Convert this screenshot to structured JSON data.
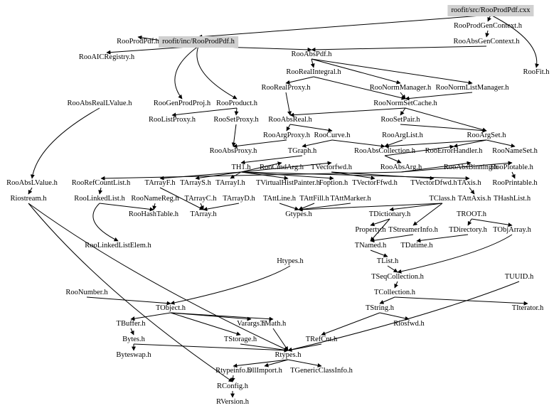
{
  "title": "roofit/src/RooProdPdf.cxx include dependency graph",
  "colors": {
    "root_fill": "#d0d0d0",
    "edge": "#000000",
    "background": "#ffffff"
  },
  "nodes": [
    {
      "id": "n0",
      "label": "roofit/src/RooProdPdf.cxx",
      "root": true
    },
    {
      "id": "n1",
      "label": "RooProdGenContext.h"
    },
    {
      "id": "n2",
      "label": "RooAbsGenContext.h"
    },
    {
      "id": "n3",
      "label": "RooProdPdf.h"
    },
    {
      "id": "n4",
      "label": "roofit/inc/RooProdPdf.h",
      "root": true
    },
    {
      "id": "n5",
      "label": "RooAICRegistry.h"
    },
    {
      "id": "n6",
      "label": "RooAbsPdf.h"
    },
    {
      "id": "n7",
      "label": "RooFit.h"
    },
    {
      "id": "n8",
      "label": "RooRealIntegral.h"
    },
    {
      "id": "n9",
      "label": "RooRealProxy.h"
    },
    {
      "id": "n10",
      "label": "RooNormManager.h"
    },
    {
      "id": "n11",
      "label": "RooNormListManager.h"
    },
    {
      "id": "n12",
      "label": "RooAbsRealLValue.h"
    },
    {
      "id": "n13",
      "label": "RooGenProdProj.h"
    },
    {
      "id": "n14",
      "label": "RooProduct.h"
    },
    {
      "id": "n15",
      "label": "RooNormSetCache.h"
    },
    {
      "id": "n16",
      "label": "RooListProxy.h"
    },
    {
      "id": "n17",
      "label": "RooSetProxy.h"
    },
    {
      "id": "n18",
      "label": "RooAbsReal.h"
    },
    {
      "id": "n19",
      "label": "RooSetPair.h"
    },
    {
      "id": "n20",
      "label": "RooArgProxy.h"
    },
    {
      "id": "n21",
      "label": "RooCurve.h"
    },
    {
      "id": "n22",
      "label": "RooArgList.h"
    },
    {
      "id": "n23",
      "label": "RooArgSet.h"
    },
    {
      "id": "n24",
      "label": "RooAbsProxy.h"
    },
    {
      "id": "n25",
      "label": "TGraph.h"
    },
    {
      "id": "n26",
      "label": "RooAbsCollection.h"
    },
    {
      "id": "n27",
      "label": "RooErrorHandler.h"
    },
    {
      "id": "n28",
      "label": "RooNameSet.h"
    },
    {
      "id": "n29",
      "label": "TH1.h"
    },
    {
      "id": "n30",
      "label": "RooCmdArg.h"
    },
    {
      "id": "n31",
      "label": "TVectorfwd.h"
    },
    {
      "id": "n32",
      "label": "RooAbsArg.h"
    },
    {
      "id": "n33",
      "label": "RooAbsBinning.h"
    },
    {
      "id": "n34",
      "label": "RooPlotable.h"
    },
    {
      "id": "n35",
      "label": "RooAbsLValue.h"
    },
    {
      "id": "n36",
      "label": "RooRefCountList.h"
    },
    {
      "id": "n37",
      "label": "TArrayF.h"
    },
    {
      "id": "n38",
      "label": "TArrayS.h"
    },
    {
      "id": "n39",
      "label": "TArrayI.h"
    },
    {
      "id": "n40",
      "label": "TVirtualHistPainter.h"
    },
    {
      "id": "n41",
      "label": "Foption.h"
    },
    {
      "id": "n42",
      "label": "TVectorFfwd.h"
    },
    {
      "id": "n43",
      "label": "TVectorDfwd.h"
    },
    {
      "id": "n44",
      "label": "TAxis.h"
    },
    {
      "id": "n45",
      "label": "RooPrintable.h"
    },
    {
      "id": "n46",
      "label": "Riostream.h"
    },
    {
      "id": "n47",
      "label": "RooLinkedList.h"
    },
    {
      "id": "n48",
      "label": "RooNameReg.h"
    },
    {
      "id": "n49",
      "label": "TArrayC.h"
    },
    {
      "id": "n50",
      "label": "TArrayD.h"
    },
    {
      "id": "n51",
      "label": "TAttLine.h"
    },
    {
      "id": "n52",
      "label": "TAttFill.h"
    },
    {
      "id": "n53",
      "label": "TAttMarker.h"
    },
    {
      "id": "n54",
      "label": "TClass.h"
    },
    {
      "id": "n55",
      "label": "TAttAxis.h"
    },
    {
      "id": "n56",
      "label": "THashList.h"
    },
    {
      "id": "n57",
      "label": "RooHashTable.h"
    },
    {
      "id": "n58",
      "label": "TArray.h"
    },
    {
      "id": "n59",
      "label": "Gtypes.h"
    },
    {
      "id": "n60",
      "label": "TDictionary.h"
    },
    {
      "id": "n61",
      "label": "TROOT.h"
    },
    {
      "id": "n62",
      "label": "Property.h"
    },
    {
      "id": "n63",
      "label": "TStreamerInfo.h"
    },
    {
      "id": "n64",
      "label": "TDirectory.h"
    },
    {
      "id": "n65",
      "label": "TObjArray.h"
    },
    {
      "id": "n66",
      "label": "RooLinkedListElem.h"
    },
    {
      "id": "n67",
      "label": "TNamed.h"
    },
    {
      "id": "n68",
      "label": "TDatime.h"
    },
    {
      "id": "n69",
      "label": "Htypes.h"
    },
    {
      "id": "n70",
      "label": "TList.h"
    },
    {
      "id": "n71",
      "label": "TSeqCollection.h"
    },
    {
      "id": "n72",
      "label": "TUUID.h"
    },
    {
      "id": "n73",
      "label": "RooNumber.h"
    },
    {
      "id": "n74",
      "label": "TCollection.h"
    },
    {
      "id": "n75",
      "label": "TObject.h"
    },
    {
      "id": "n76",
      "label": "TString.h"
    },
    {
      "id": "n77",
      "label": "TIterator.h"
    },
    {
      "id": "n78",
      "label": "TBuffer.h"
    },
    {
      "id": "n79",
      "label": "Varargs.h"
    },
    {
      "id": "n80",
      "label": "TMath.h"
    },
    {
      "id": "n81",
      "label": "Riosfwd.h"
    },
    {
      "id": "n82",
      "label": "Bytes.h"
    },
    {
      "id": "n83",
      "label": "TStorage.h"
    },
    {
      "id": "n84",
      "label": "TRefCnt.h"
    },
    {
      "id": "n85",
      "label": "Byteswap.h"
    },
    {
      "id": "n86",
      "label": "Rtypes.h"
    },
    {
      "id": "n87",
      "label": "Rtypeinfo.h"
    },
    {
      "id": "n88",
      "label": "DllImport.h"
    },
    {
      "id": "n89",
      "label": "TGenericClassInfo.h"
    },
    {
      "id": "n90",
      "label": "RConfig.h"
    },
    {
      "id": "n91",
      "label": "RVersion.h"
    }
  ],
  "edges": [
    [
      "n0",
      "n1"
    ],
    [
      "n0",
      "n4"
    ],
    [
      "n0",
      "n7"
    ],
    [
      "n1",
      "n2"
    ],
    [
      "n2",
      "n6"
    ],
    [
      "n4",
      "n3"
    ],
    [
      "n4",
      "n5"
    ],
    [
      "n4",
      "n6"
    ],
    [
      "n4",
      "n13"
    ],
    [
      "n4",
      "n14"
    ],
    [
      "n6",
      "n8"
    ],
    [
      "n6",
      "n10"
    ],
    [
      "n6",
      "n11"
    ],
    [
      "n8",
      "n9"
    ],
    [
      "n8",
      "n15"
    ],
    [
      "n9",
      "n18"
    ],
    [
      "n10",
      "n15"
    ],
    [
      "n11",
      "n15"
    ],
    [
      "n15",
      "n18"
    ],
    [
      "n15",
      "n19"
    ],
    [
      "n15",
      "n23"
    ],
    [
      "n19",
      "n23"
    ],
    [
      "n14",
      "n16"
    ],
    [
      "n14",
      "n17"
    ],
    [
      "n17",
      "n24"
    ],
    [
      "n18",
      "n20"
    ],
    [
      "n18",
      "n21"
    ],
    [
      "n20",
      "n24"
    ],
    [
      "n21",
      "n25"
    ],
    [
      "n21",
      "n26"
    ],
    [
      "n22",
      "n26"
    ],
    [
      "n23",
      "n26"
    ],
    [
      "n23",
      "n27"
    ],
    [
      "n23",
      "n28"
    ],
    [
      "n26",
      "n32"
    ],
    [
      "n26",
      "n27"
    ],
    [
      "n25",
      "n29"
    ],
    [
      "n29",
      "n30"
    ],
    [
      "n29",
      "n31"
    ],
    [
      "n32",
      "n33"
    ],
    [
      "n32",
      "n34"
    ],
    [
      "n34",
      "n45"
    ],
    [
      "n12",
      "n35"
    ],
    [
      "n35",
      "n46"
    ],
    [
      "n32",
      "n36"
    ],
    [
      "n29",
      "n37"
    ],
    [
      "n29",
      "n38"
    ],
    [
      "n29",
      "n39"
    ],
    [
      "n29",
      "n40"
    ],
    [
      "n29",
      "n41"
    ],
    [
      "n31",
      "n42"
    ],
    [
      "n31",
      "n43"
    ],
    [
      "n29",
      "n44"
    ],
    [
      "n36",
      "n47"
    ],
    [
      "n47",
      "n57"
    ],
    [
      "n48",
      "n57"
    ],
    [
      "n37",
      "n58"
    ],
    [
      "n49",
      "n58"
    ],
    [
      "n50",
      "n58"
    ],
    [
      "n44",
      "n55"
    ],
    [
      "n51",
      "n59"
    ],
    [
      "n52",
      "n59"
    ],
    [
      "n53",
      "n59"
    ],
    [
      "n54",
      "n59"
    ],
    [
      "n54",
      "n60"
    ],
    [
      "n54",
      "n63"
    ],
    [
      "n61",
      "n64"
    ],
    [
      "n61",
      "n65"
    ],
    [
      "n60",
      "n62"
    ],
    [
      "n60",
      "n67"
    ],
    [
      "n63",
      "n67"
    ],
    [
      "n64",
      "n68"
    ],
    [
      "n47",
      "n66"
    ],
    [
      "n67",
      "n70"
    ],
    [
      "n70",
      "n71"
    ],
    [
      "n65",
      "n71"
    ],
    [
      "n71",
      "n74"
    ],
    [
      "n74",
      "n76"
    ],
    [
      "n74",
      "n77"
    ],
    [
      "n76",
      "n81"
    ],
    [
      "n76",
      "n84"
    ],
    [
      "n73",
      "n75"
    ],
    [
      "n75",
      "n78"
    ],
    [
      "n75",
      "n79"
    ],
    [
      "n75",
      "n80"
    ],
    [
      "n75",
      "n83"
    ],
    [
      "n78",
      "n82"
    ],
    [
      "n82",
      "n85"
    ],
    [
      "n82",
      "n86"
    ],
    [
      "n83",
      "n86"
    ],
    [
      "n84",
      "n86"
    ],
    [
      "n86",
      "n87"
    ],
    [
      "n86",
      "n88"
    ],
    [
      "n86",
      "n89"
    ],
    [
      "n87",
      "n90"
    ],
    [
      "n90",
      "n91"
    ],
    [
      "n72",
      "n86"
    ],
    [
      "n46",
      "n86"
    ],
    [
      "n46",
      "n90"
    ],
    [
      "n69",
      "n75"
    ],
    [
      "n80",
      "n86"
    ]
  ]
}
